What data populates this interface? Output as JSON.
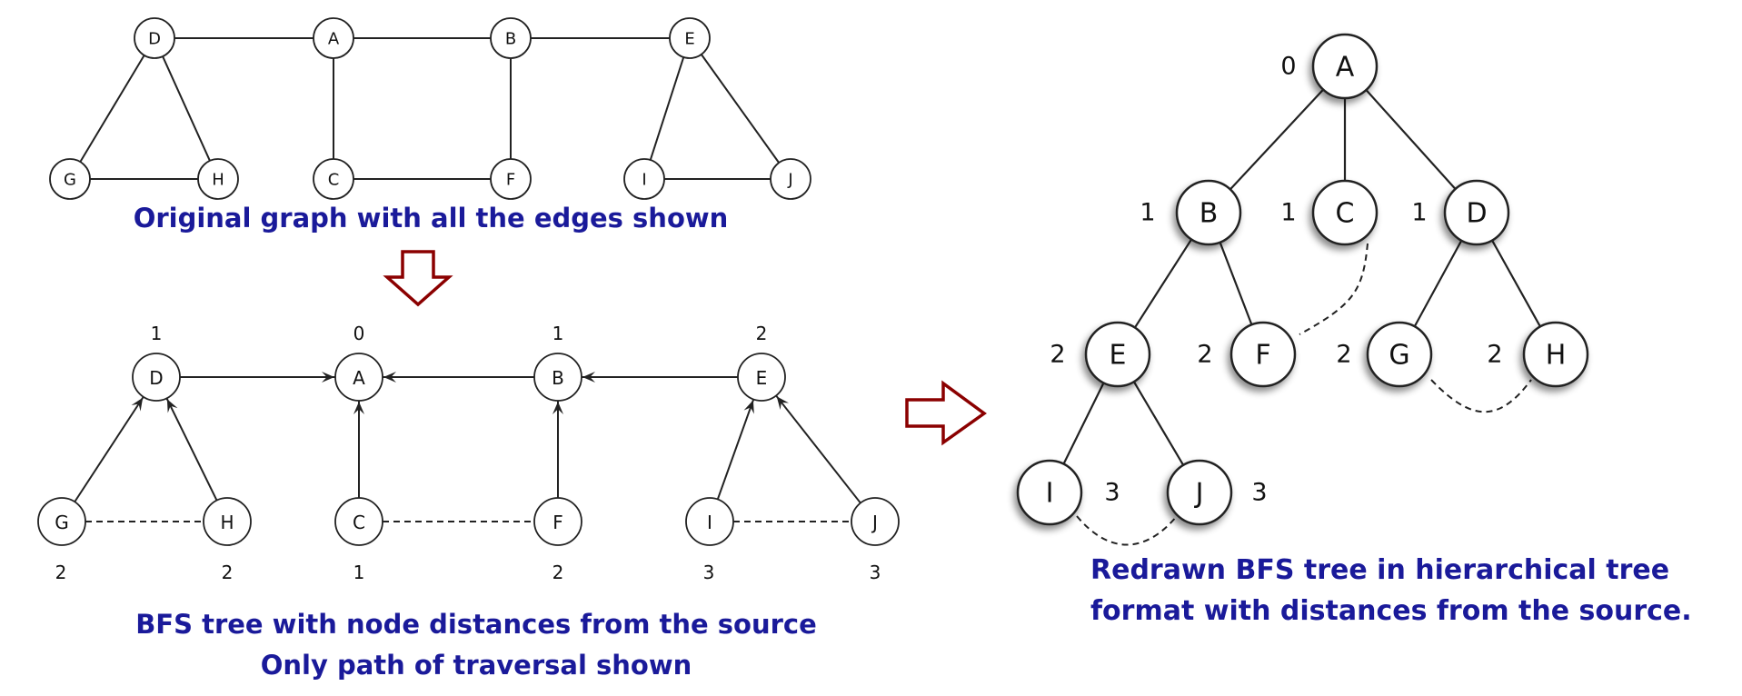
{
  "colors": {
    "caption": "#1a1a9a",
    "arrow_outline": "#8b0000",
    "ink": "#222222"
  },
  "captions": {
    "original_graph": "Original graph with all the edges shown",
    "bfs_tree_line1": "BFS tree with node distances from the source",
    "bfs_tree_line2": "Only path of traversal shown",
    "redrawn_line1": "Redrawn BFS tree in hierarchical tree",
    "redrawn_line2": "format with distances from the source."
  },
  "original_graph": {
    "nodes": [
      "D",
      "A",
      "B",
      "E",
      "G",
      "H",
      "C",
      "F",
      "I",
      "J"
    ],
    "edges": [
      [
        "D",
        "A"
      ],
      [
        "A",
        "B"
      ],
      [
        "B",
        "E"
      ],
      [
        "D",
        "G"
      ],
      [
        "D",
        "H"
      ],
      [
        "G",
        "H"
      ],
      [
        "A",
        "C"
      ],
      [
        "C",
        "F"
      ],
      [
        "B",
        "F"
      ],
      [
        "E",
        "I"
      ],
      [
        "E",
        "J"
      ],
      [
        "I",
        "J"
      ]
    ]
  },
  "bfs_tree": {
    "nodes": [
      {
        "id": "D",
        "distance": "1"
      },
      {
        "id": "A",
        "distance": "0"
      },
      {
        "id": "B",
        "distance": "1"
      },
      {
        "id": "E",
        "distance": "2"
      },
      {
        "id": "G",
        "distance": "2"
      },
      {
        "id": "H",
        "distance": "2"
      },
      {
        "id": "C",
        "distance": "1"
      },
      {
        "id": "F",
        "distance": "2"
      },
      {
        "id": "I",
        "distance": "3"
      },
      {
        "id": "J",
        "distance": "3"
      }
    ],
    "tree_edges": [
      [
        "D",
        "A"
      ],
      [
        "B",
        "A"
      ],
      [
        "E",
        "B"
      ],
      [
        "G",
        "D"
      ],
      [
        "H",
        "D"
      ],
      [
        "C",
        "A"
      ],
      [
        "F",
        "B"
      ],
      [
        "I",
        "E"
      ],
      [
        "J",
        "E"
      ]
    ],
    "non_tree_edges": [
      [
        "G",
        "H"
      ],
      [
        "C",
        "F"
      ],
      [
        "I",
        "J"
      ]
    ]
  },
  "hierarchical_tree": {
    "nodes": [
      {
        "id": "A",
        "distance": "0"
      },
      {
        "id": "B",
        "distance": "1"
      },
      {
        "id": "C",
        "distance": "1"
      },
      {
        "id": "D",
        "distance": "1"
      },
      {
        "id": "E",
        "distance": "2"
      },
      {
        "id": "F",
        "distance": "2"
      },
      {
        "id": "G",
        "distance": "2"
      },
      {
        "id": "H",
        "distance": "2"
      },
      {
        "id": "I",
        "distance": "3"
      },
      {
        "id": "J",
        "distance": "3"
      }
    ],
    "tree_edges": [
      [
        "A",
        "B"
      ],
      [
        "A",
        "C"
      ],
      [
        "A",
        "D"
      ],
      [
        "B",
        "E"
      ],
      [
        "B",
        "F"
      ],
      [
        "D",
        "G"
      ],
      [
        "D",
        "H"
      ],
      [
        "E",
        "I"
      ],
      [
        "E",
        "J"
      ]
    ],
    "non_tree_edges": [
      [
        "C",
        "F"
      ],
      [
        "G",
        "H"
      ],
      [
        "I",
        "J"
      ]
    ]
  }
}
